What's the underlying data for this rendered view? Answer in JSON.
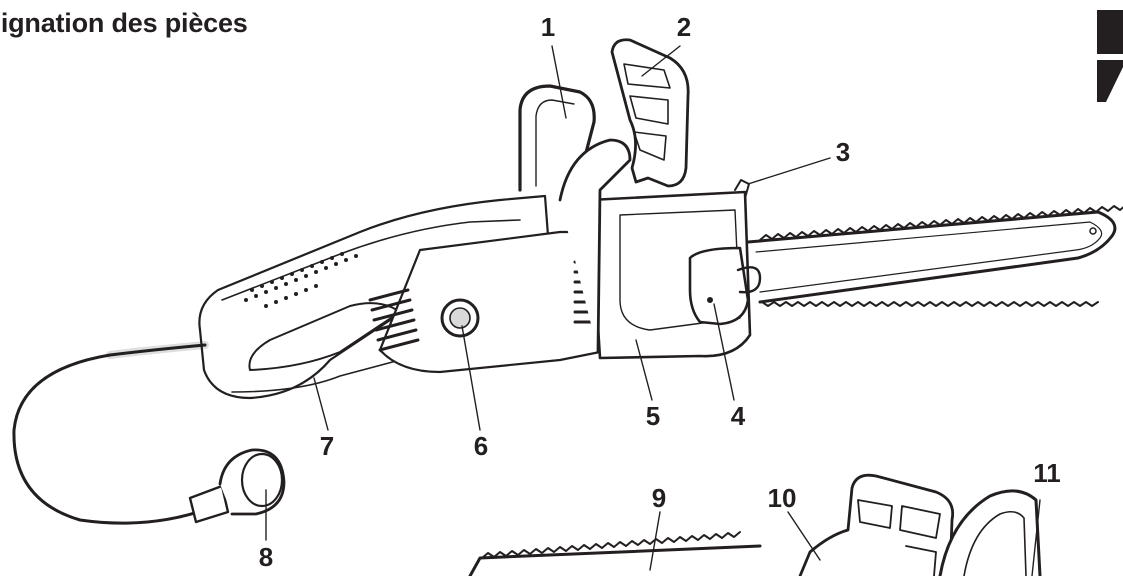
{
  "page": {
    "heading": "signation des pièces"
  },
  "callouts": [
    {
      "id": "1",
      "label": "1"
    },
    {
      "id": "2",
      "label": "2"
    },
    {
      "id": "3",
      "label": "3"
    },
    {
      "id": "4",
      "label": "4"
    },
    {
      "id": "5",
      "label": "5"
    },
    {
      "id": "6",
      "label": "6"
    },
    {
      "id": "7",
      "label": "7"
    },
    {
      "id": "8",
      "label": "8"
    },
    {
      "id": "9",
      "label": "9"
    },
    {
      "id": "10",
      "label": "10"
    },
    {
      "id": "11",
      "label": "11"
    }
  ],
  "colors": {
    "ink": "#231f20",
    "paper": "#ffffff",
    "shade": "#d9d9d9"
  }
}
